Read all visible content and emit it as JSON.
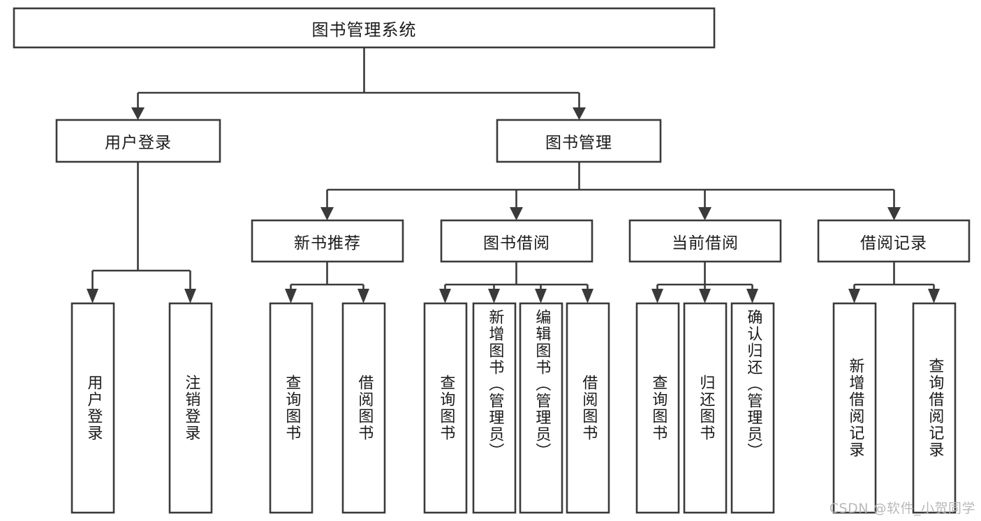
{
  "diagram": {
    "type": "tree",
    "title": "图书管理系统",
    "root": {
      "id": "root",
      "label": "图书管理系统"
    },
    "level1": [
      {
        "id": "user-login",
        "label": "用户登录"
      },
      {
        "id": "book-manage",
        "label": "图书管理"
      }
    ],
    "level2": [
      {
        "id": "new-book-recommend",
        "label": "新书推荐",
        "parent": "book-manage"
      },
      {
        "id": "book-borrow",
        "label": "图书借阅",
        "parent": "book-manage"
      },
      {
        "id": "current-borrow",
        "label": "当前借阅",
        "parent": "book-manage"
      },
      {
        "id": "borrow-record",
        "label": "借阅记录",
        "parent": "book-manage"
      }
    ],
    "leaves": {
      "user-login": [
        {
          "id": "leaf-user-login",
          "label": "用户登录"
        },
        {
          "id": "leaf-logout",
          "label": "注销登录"
        }
      ],
      "new-book-recommend": [
        {
          "id": "leaf-query-book-1",
          "label": "查询图书"
        },
        {
          "id": "leaf-borrow-book-1",
          "label": "借阅图书"
        }
      ],
      "book-borrow": [
        {
          "id": "leaf-query-book-2",
          "label": "查询图书"
        },
        {
          "id": "leaf-add-book",
          "label": "新增图书（管理员）"
        },
        {
          "id": "leaf-edit-book",
          "label": "编辑图书（管理员）"
        },
        {
          "id": "leaf-borrow-book-2",
          "label": "借阅图书"
        }
      ],
      "current-borrow": [
        {
          "id": "leaf-query-book-3",
          "label": "查询图书"
        },
        {
          "id": "leaf-return-book",
          "label": "归还图书"
        },
        {
          "id": "leaf-confirm-return",
          "label": "确认归还（管理员）"
        }
      ],
      "borrow-record": [
        {
          "id": "leaf-add-record",
          "label": "新增借阅记录"
        },
        {
          "id": "leaf-query-record",
          "label": "查询借阅记录"
        }
      ]
    },
    "colors": {
      "stroke": "#3a3a3a",
      "fill": "#ffffff",
      "text": "#1a1a1a",
      "watermark": "#b9b9b9"
    }
  },
  "watermark": {
    "text": "CSDN @软件_小贺同学"
  }
}
